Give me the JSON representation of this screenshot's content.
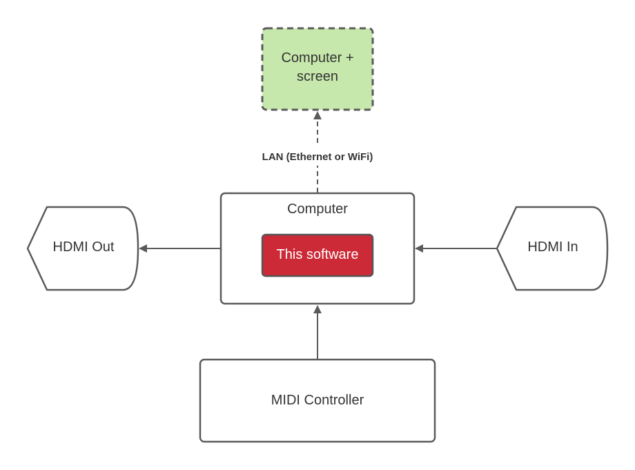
{
  "nodes": {
    "remote_computer": {
      "line1": "Computer +",
      "line2": "screen"
    },
    "computer": {
      "label": "Computer"
    },
    "software": {
      "label": "This software"
    },
    "hdmi_out": {
      "label": "HDMI Out"
    },
    "hdmi_in": {
      "label": "HDMI In"
    },
    "midi_controller": {
      "label": "MIDI Controller"
    }
  },
  "edges": {
    "lan": {
      "label": "LAN (Ethernet or WiFi)"
    }
  },
  "colors": {
    "stroke": "#5a5a5a",
    "remote_fill": "#c7e8ac",
    "software_fill": "#cc2a36",
    "software_stroke": "#555555"
  }
}
